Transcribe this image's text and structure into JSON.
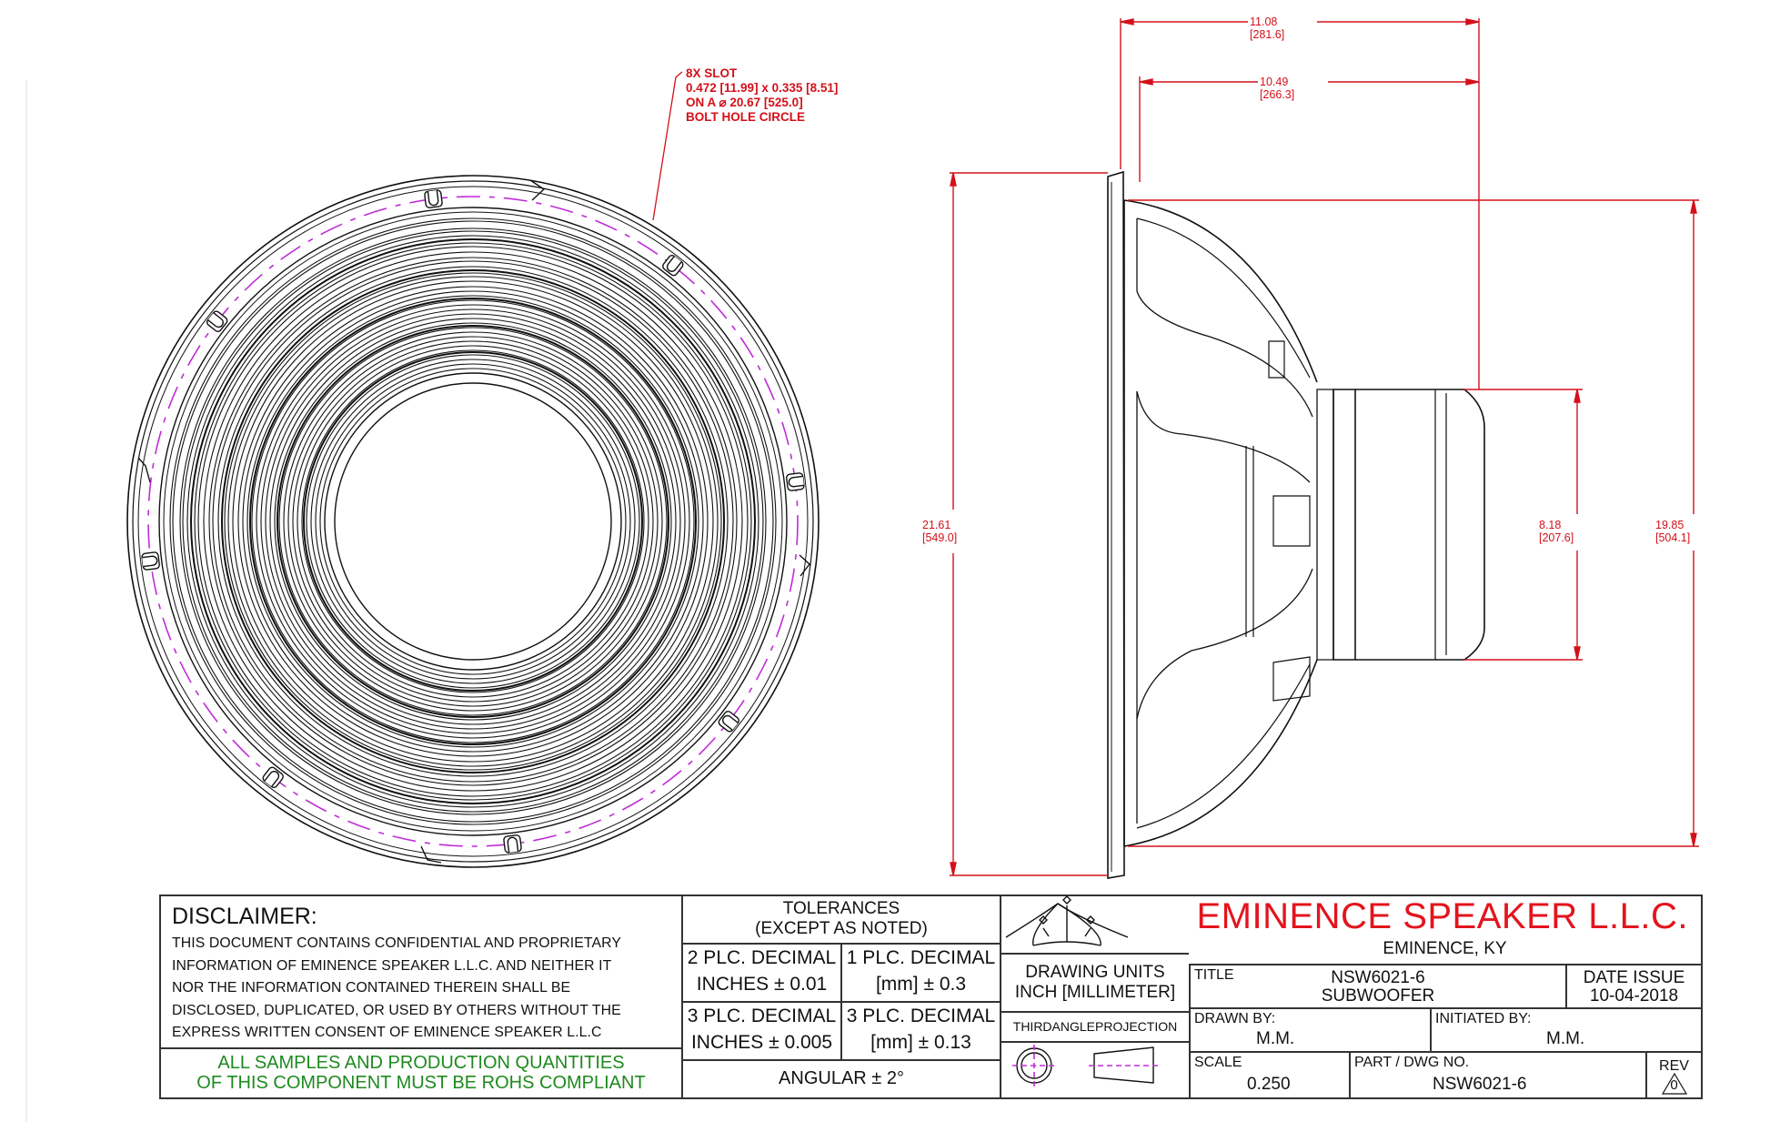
{
  "callout": {
    "lines": [
      "8X SLOT",
      "0.472 [11.99] x 0.335 [8.51]",
      "ON A ⌀ 20.67 [525.0]",
      "BOLT HOLE CIRCLE"
    ]
  },
  "dimensions": {
    "overall_depth": {
      "in": "11.08",
      "mm": "[281.6]"
    },
    "mount_depth": {
      "in": "10.49",
      "mm": "[266.3]"
    },
    "outer_diameter": {
      "in": "21.61",
      "mm": "[549.0]"
    },
    "magnet_diameter": {
      "in": "8.18",
      "mm": "[207.6]"
    },
    "baffle_diameter": {
      "in": "19.85",
      "mm": "[504.1]"
    }
  },
  "colors": {
    "dimension": "#d4101a",
    "centerline": "#c02cd8",
    "brand": "#e3141d",
    "rohs": "#1e8a1e"
  },
  "title_block": {
    "disclaimer": {
      "heading": "DISCLAIMER:",
      "lines": [
        "THIS DOCUMENT CONTAINS CONFIDENTIAL AND PROPRIETARY",
        "INFORMATION OF EMINENCE SPEAKER L.L.C. AND NEITHER IT",
        "NOR THE INFORMATION CONTAINED THEREIN SHALL BE",
        "DISCLOSED, DUPLICATED, OR USED BY OTHERS WITHOUT THE",
        "EXPRESS WRITTEN CONSENT OF EMINENCE SPEAKER L.L.C"
      ]
    },
    "rohs": [
      "ALL SAMPLES AND PRODUCTION QUANTITIES",
      "OF THIS COMPONENT MUST BE ROHS COMPLIANT"
    ],
    "tolerances": {
      "heading": [
        "TOLERANCES",
        "(EXCEPT AS NOTED)"
      ],
      "cells": [
        [
          "2 PLC. DECIMAL",
          "INCHES ± 0.01"
        ],
        [
          "1 PLC. DECIMAL",
          "[mm] ± 0.3"
        ],
        [
          "3 PLC. DECIMAL",
          "INCHES ± 0.005"
        ],
        [
          "3 PLC. DECIMAL",
          "[mm] ± 0.13"
        ]
      ],
      "angular": "ANGULAR ± 2°"
    },
    "units": [
      "DRAWING UNITS",
      "INCH [MILLIMETER]"
    ],
    "projection": "THIRDANGLEPROJECTION",
    "company": "EMINENCE SPEAKER L.L.C.",
    "location": "EMINENCE, KY",
    "title_label": "TITLE",
    "title_lines": [
      "NSW6021-6",
      "SUBWOOFER"
    ],
    "date_label": "DATE ISSUE",
    "date": "10-04-2018",
    "drawn_by_label": "DRAWN BY:",
    "drawn_by": "M.M.",
    "initiated_by_label": "INITIATED BY:",
    "initiated_by": "M.M.",
    "scale_label": "SCALE",
    "scale": "0.250",
    "part_label": "PART / DWG NO.",
    "part": "NSW6021-6",
    "rev_label": "REV",
    "rev": "0"
  }
}
